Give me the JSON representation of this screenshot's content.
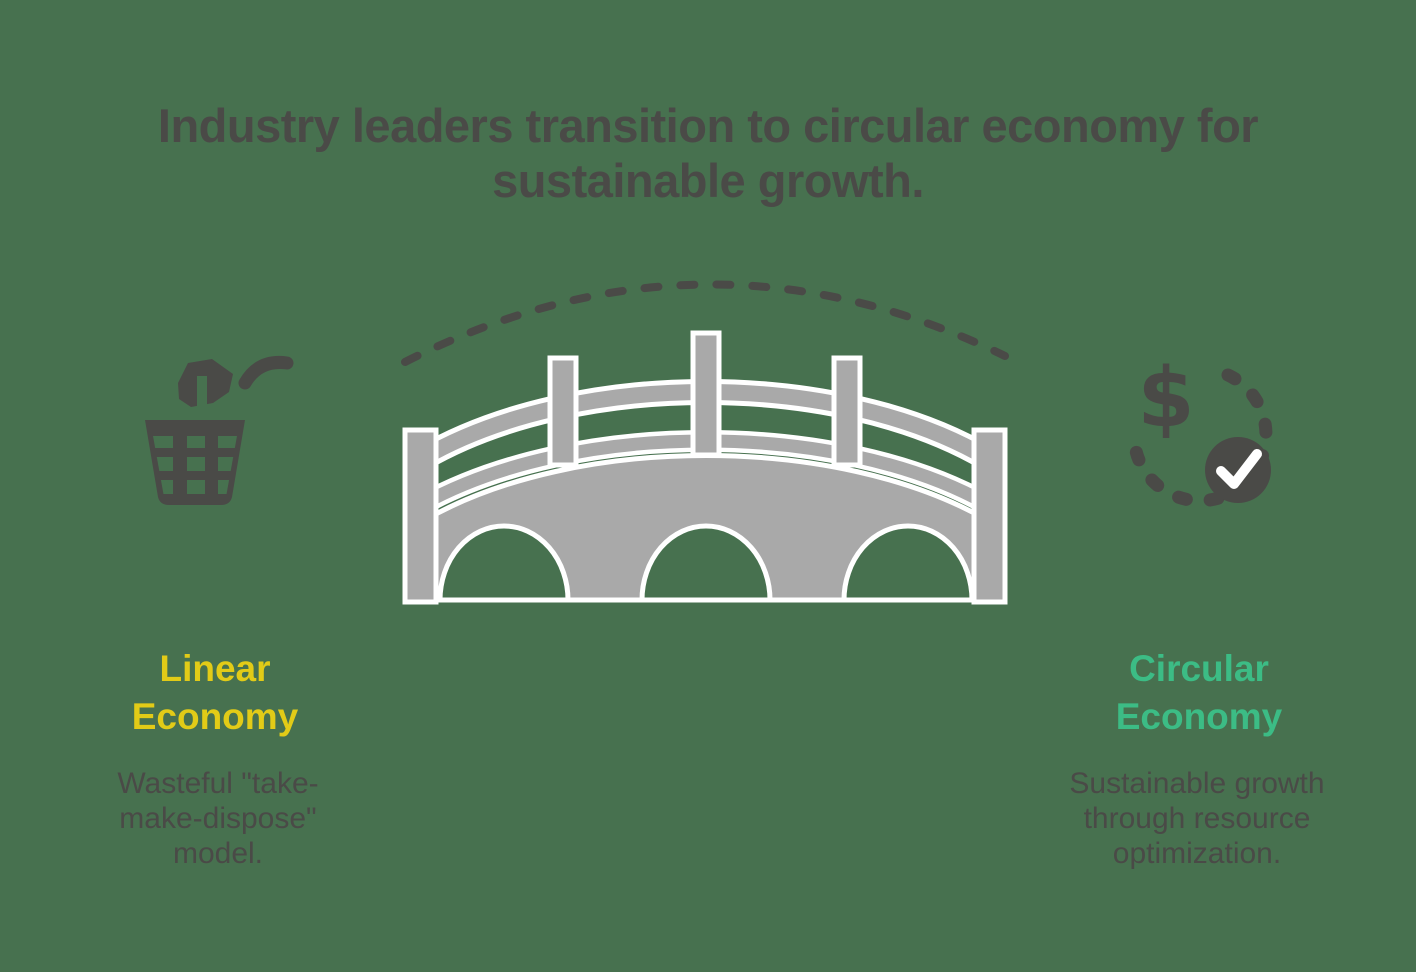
{
  "title": "Industry leaders transition to circular economy for sustainable growth.",
  "left_item": {
    "icon": "wastebasket-discard-icon",
    "label": "Linear Economy",
    "description": "Wasteful \"take-make-dispose\" model."
  },
  "center_item": {
    "icon": "bridge-icon",
    "annotation": "dashed-transition-arc"
  },
  "right_item": {
    "icon": "dollar-cycle-check-icon",
    "label": "Circular Economy",
    "description": "Sustainable growth through resource optimization."
  },
  "colors": {
    "background": "#47714F",
    "ink": "#4A4A47",
    "bridge_fill": "#A9A9A9",
    "bridge_outline": "#FFFFFF",
    "linear_yellow": "#E2CB17",
    "circular_green": "#3CBC85"
  }
}
